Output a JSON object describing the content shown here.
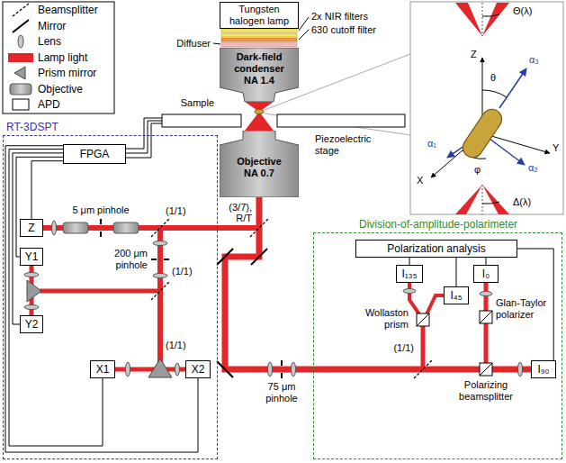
{
  "diagram": {
    "nodes": [
      {
        "text": [
          "Tungsten halogen lamp"
        ]
      },
      {
        "text": [
          "Dark-field condenser NA 1.4"
        ]
      },
      {
        "text": [
          "Objective NA 0.7"
        ]
      },
      {
        "text": [
          "RT-3DSPT"
        ]
      },
      {
        "text": [
          "FPGA"
        ],
        "in": 3
      },
      {
        "text": [
          "Z"
        ],
        "in": 3
      },
      {
        "text": [
          "Y1"
        ],
        "in": 3
      },
      {
        "text": [
          "Y2"
        ],
        "in": 3
      },
      {
        "text": [
          "X1"
        ],
        "in": 3
      },
      {
        "text": [
          "X2"
        ],
        "in": 3
      },
      {
        "text": [
          "Division-of-amplitude-polarimeter"
        ]
      },
      {
        "text": [
          "Polarization analysis"
        ],
        "in": 10
      },
      {
        "text": [
          "I₁₃₅"
        ],
        "in": 10
      },
      {
        "text": [
          "I₄₅"
        ],
        "in": 10
      },
      {
        "text": [
          "I₀"
        ],
        "in": 10
      },
      {
        "text": [
          "I₉₀"
        ],
        "in": 10
      }
    ],
    "edges": [
      {
        "from": 4,
        "to": 5,
        "arrow": "none"
      },
      {
        "from": 4,
        "to": 6,
        "arrow": "none"
      },
      {
        "from": 4,
        "to": 7,
        "arrow": "none"
      },
      {
        "from": 4,
        "to": 8,
        "arrow": "none"
      },
      {
        "from": 4,
        "to": 9,
        "arrow": "none"
      },
      {
        "from": 12,
        "to": 11,
        "arrow": "none"
      },
      {
        "from": 13,
        "to": 11,
        "arrow": "none"
      },
      {
        "from": 14,
        "to": 11,
        "arrow": "none"
      },
      {
        "from": 15,
        "to": 11,
        "arrow": "none"
      }
    ],
    "labels": [
      "2x NIR filters",
      "630 cutoff filter",
      "Diffuser",
      "Sample",
      "Piezoelectric stage",
      "5 μm pinhole",
      "(1/1)",
      "200 μm pinhole",
      "(1/1)",
      "(1/1)",
      "(3/7), R/T",
      "75 μm pinhole",
      "Wollaston prism",
      "Glan-Taylor polarizer",
      "Polarizing beamsplitter",
      "(1/1)",
      "Z",
      "X",
      "Y",
      "θ",
      "φ",
      "α₁",
      "α₂",
      "α₃",
      "Θ(λ)",
      "Δ(λ)"
    ],
    "legend": [
      {
        "text": "Beamsplitter"
      },
      {
        "text": "Mirror"
      },
      {
        "text": "Lens"
      },
      {
        "text": "Lamp light",
        "color": "#e3262a"
      },
      {
        "text": "Prism mirror"
      },
      {
        "text": "Objective"
      },
      {
        "text": "APD"
      }
    ]
  }
}
